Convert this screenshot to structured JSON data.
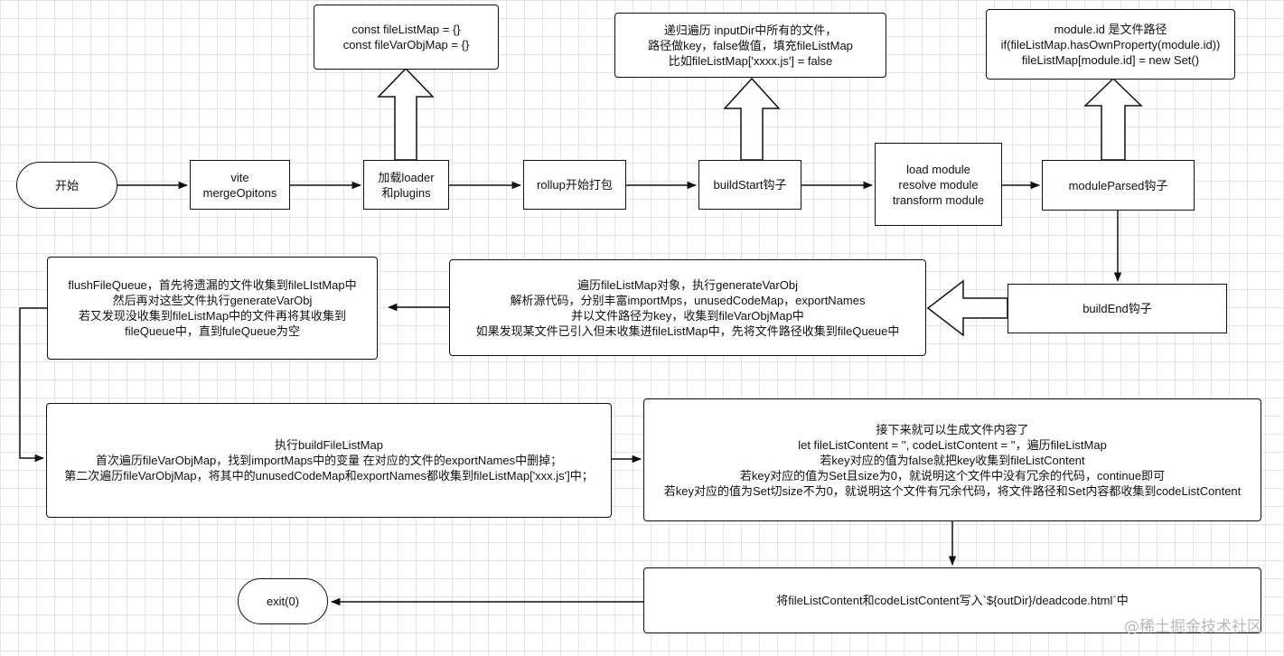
{
  "nodes": {
    "start": {
      "lines": [
        "开始"
      ]
    },
    "vite": {
      "lines": [
        "vite",
        "mergeOpitons"
      ]
    },
    "loader": {
      "lines": [
        "加载loader",
        "和plugins"
      ]
    },
    "rollup": {
      "lines": [
        "rollup开始打包"
      ]
    },
    "buildstart": {
      "lines": [
        "buildStart钩子"
      ]
    },
    "load": {
      "lines": [
        "load module",
        "resolve module",
        "transform module"
      ]
    },
    "moduleparsed": {
      "lines": [
        "moduleParsed钩子"
      ]
    },
    "buildend": {
      "lines": [
        "buildEnd钩子"
      ]
    },
    "note_const": {
      "lines": [
        "const fileListMap = {}",
        "const fileVarObjMap = {}"
      ]
    },
    "note_traverse": {
      "lines": [
        "递归遍历 inputDir中所有的文件，",
        "路径做key，false做值，填充fileListMap",
        "比如fileListMap['xxxx.js'] = false"
      ]
    },
    "note_moduleid": {
      "lines": [
        "module.id 是文件路径",
        "if(fileListMap.hasOwnProperty(module.id))",
        "fileListMap[module.id] = new Set()"
      ]
    },
    "traverse_varobj": {
      "lines": [
        "遍历fileListMap对象，执行generateVarObj",
        "解析源代码，分别丰富importMps，unusedCodeMap，exportNames",
        "并以文件路径为key，收集到fileVarObjMap中",
        "如果发现某文件已引入但未收集进fileListMap中，先将文件路径收集到fileQueue中"
      ]
    },
    "flush": {
      "lines": [
        "flushFileQueue，首先将遗漏的文件收集到fileLIstMap中",
        "然后再对这些文件执行generateVarObj",
        "若又发现没收集到fileListMap中的文件再将其收集到",
        "fileQueue中，直到fuleQueue为空"
      ]
    },
    "buildfilelistmap": {
      "lines": [
        "执行buildFileListMap",
        "首次遍历fileVarObjMap，找到importMaps中的变量 在对应的文件的exportNames中删掉；",
        "第二次遍历fileVarObjMap，将其中的unusedCodeMap和exportNames都收集到fileListMap['xxx.js']中；"
      ]
    },
    "generate": {
      "lines": [
        "接下来就可以生成文件内容了",
        "let fileListContent = '', codeListContent = ''，遍历fileListMap",
        "若key对应的值为false就把key收集到fileListContent",
        "若key对应的值为Set且size为0，就说明这个文件中没有冗余的代码，continue即可",
        "若key对应的值为Set切size不为0，就说明这个文件有冗余代码，将文件路径和Set内容都收集到codeListContent"
      ]
    },
    "write": {
      "lines": [
        "将fileListContent和codeListContent写入`${outDir}/deadcode.html`中"
      ]
    },
    "exit": {
      "lines": [
        "exit(0)"
      ]
    }
  },
  "watermark": "@稀土掘金技术社区"
}
